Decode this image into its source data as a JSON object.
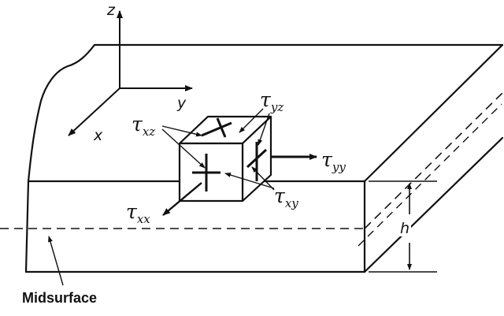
{
  "labels": {
    "z": "z",
    "y": "y",
    "x": "x",
    "tau_symbol": "τ",
    "tau_yz_sub": "yz",
    "tau_xz_sub": "xz",
    "tau_yy_sub": "yy",
    "tau_xx_sub": "xx",
    "tau_xy_sub": "xy",
    "h": "h",
    "midsurface": "Midsurface"
  },
  "colors": {
    "ink": "#111111",
    "background": "#ffffff"
  }
}
